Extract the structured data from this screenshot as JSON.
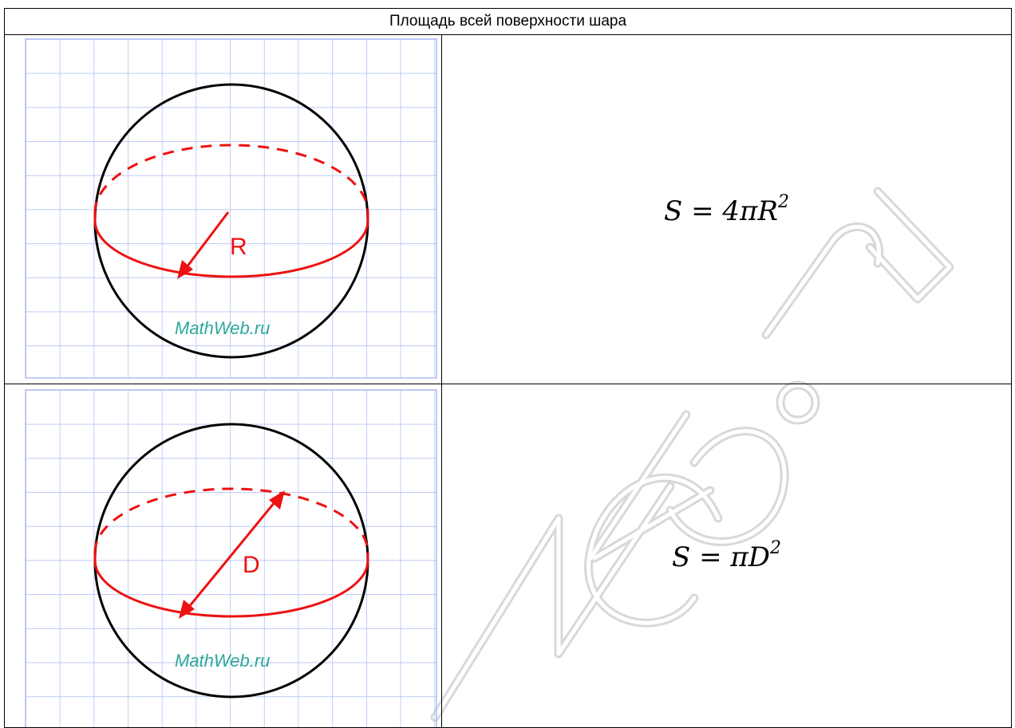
{
  "table": {
    "title": "Площадь всей поверхности шара",
    "rows": [
      {
        "figure": {
          "label": "R",
          "watermark": "MathWeb.ru"
        },
        "formula": {
          "lhs": "S",
          "eq": "=",
          "coef": "4π",
          "var": "R",
          "exp": "2"
        }
      },
      {
        "figure": {
          "label": "D",
          "watermark": "MathWeb.ru"
        },
        "formula": {
          "lhs": "S",
          "eq": "=",
          "coef": "π",
          "var": "D",
          "exp": "2"
        }
      }
    ]
  },
  "colors": {
    "grid": "#a9b8f5",
    "outline": "#000000",
    "accent": "#ee1111",
    "watermark": "#2ca89a"
  }
}
